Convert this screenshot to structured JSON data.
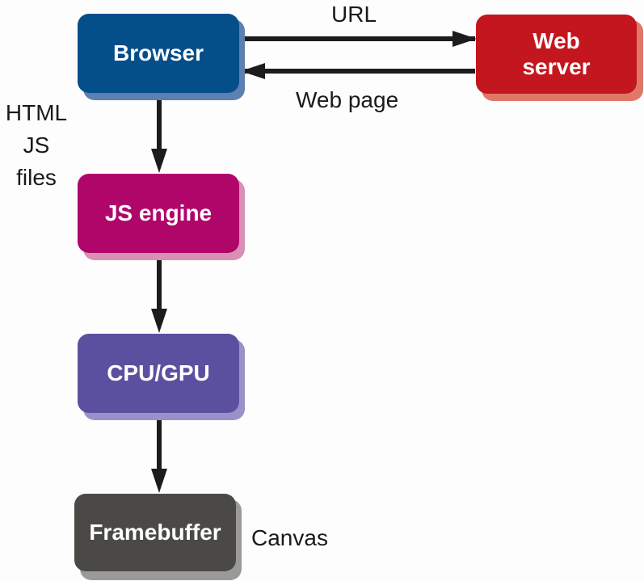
{
  "nodes": {
    "browser": {
      "label": "Browser",
      "color": "#044e8a",
      "shadow": "#5c80b0"
    },
    "server": {
      "label_line1": "Web",
      "label_line2": "server",
      "color": "#c4161e",
      "shadow": "#e07868"
    },
    "js": {
      "label": "JS engine",
      "color": "#b0066a",
      "shadow": "#d890b5"
    },
    "cpu": {
      "label": "CPU/GPU",
      "color": "#5b50a0",
      "shadow": "#9b90c8"
    },
    "fb": {
      "label": "Framebuffer",
      "color": "#4a4946",
      "shadow": "#9a9a98"
    }
  },
  "edges": [
    {
      "from": "Browser",
      "to": "Web server",
      "label": "URL"
    },
    {
      "from": "Web server",
      "to": "Browser",
      "label": "Web page"
    },
    {
      "from": "Browser",
      "to": "JS engine",
      "label": "HTML JS files"
    },
    {
      "from": "JS engine",
      "to": "CPU/GPU",
      "label": ""
    },
    {
      "from": "CPU/GPU",
      "to": "Framebuffer",
      "label": ""
    }
  ],
  "labels": {
    "url": "URL",
    "web_page": "Web page",
    "side_line1": "HTML",
    "side_line2": "JS",
    "side_line3": "files",
    "canvas": "Canvas"
  },
  "arrow_color": "#1c1c1c"
}
